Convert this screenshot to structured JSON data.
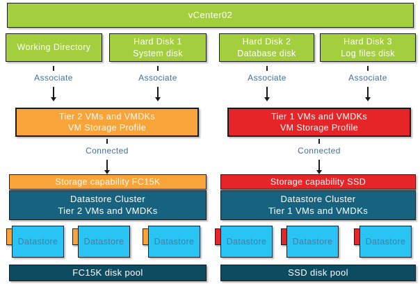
{
  "colors": {
    "green": "#A3CF3E",
    "orange": "#F9A33B",
    "red": "#E52528",
    "teal": "#17637F",
    "darkteal": "#0D4B61",
    "cyan": "#29C4F4",
    "labelblue": "#3F6FA4",
    "dstext": "#4A7C9B",
    "border": "#1A1A1A"
  },
  "vcenter": {
    "label": "vCenter02"
  },
  "disks": [
    {
      "line1": "Working Directory",
      "line2": ""
    },
    {
      "line1": "Hard Disk 1",
      "line2": "System disk"
    },
    {
      "line1": "Hard Disk 2",
      "line2": "Database disk"
    },
    {
      "line1": "Hard Disk 3",
      "line2": "Log files disk"
    }
  ],
  "connectors": {
    "associate": "Associate",
    "connected": "Connected"
  },
  "profiles": [
    {
      "line1": "Tier 2 VMs and VMDKs",
      "line2": "VM Storage Profile"
    },
    {
      "line1": "Tier 1 VMs and VMDKs",
      "line2": "VM Storage Profile"
    }
  ],
  "capabilities": [
    {
      "label": "Storage capability FC15K"
    },
    {
      "label": "Storage capability SSD"
    }
  ],
  "clusters": [
    {
      "line1": "Datastore Cluster",
      "line2": "Tier 2 VMs and VMDKs"
    },
    {
      "line1": "Datastore Cluster",
      "line2": "Tier 1 VMs and VMDKs"
    }
  ],
  "datastore_label": "Datastore",
  "pools": [
    {
      "label": "FC15K disk pool"
    },
    {
      "label": "SSD disk pool"
    }
  ]
}
